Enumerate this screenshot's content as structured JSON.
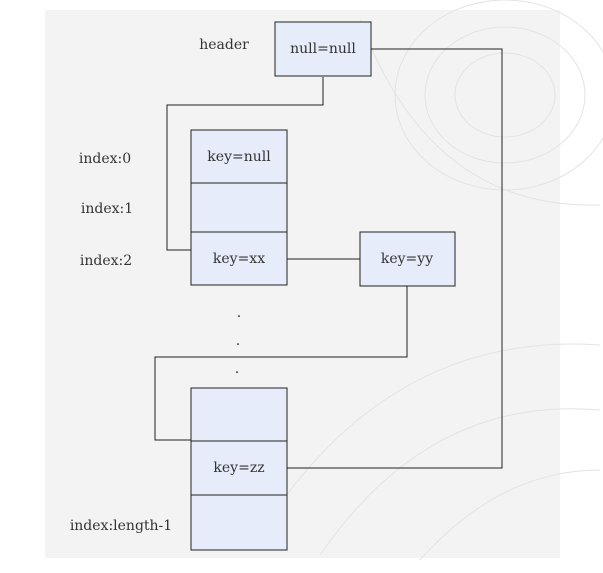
{
  "colors": {
    "page": "#ffffff",
    "canvas": "#f3f3f3",
    "box_fill": "#e7ecfa",
    "stroke": "#222222",
    "text": "#333333",
    "swirl": "#e3e3e3"
  },
  "header": {
    "label": "header",
    "node": "null=null"
  },
  "array": {
    "index_labels": [
      "index:0",
      "index:1",
      "index:2",
      "index:length-1"
    ],
    "slots_top": [
      "key=null",
      "",
      "key=xx"
    ],
    "slots_bottom": [
      "",
      "key=zz",
      ""
    ]
  },
  "chain": {
    "node": "key=yy"
  },
  "ellipsis": [
    ".",
    ".",
    "."
  ]
}
